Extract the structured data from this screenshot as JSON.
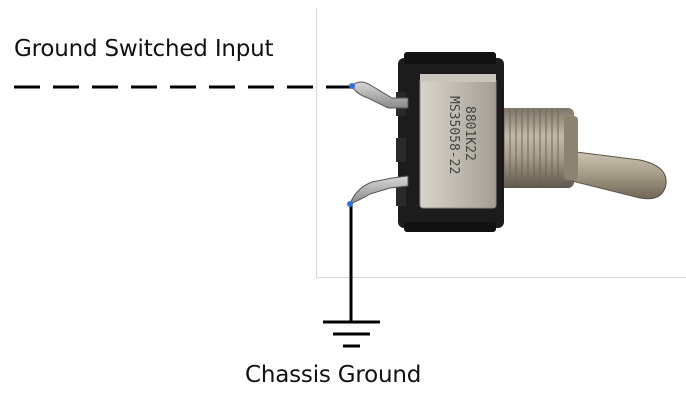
{
  "diagram": {
    "input_label": "Ground Switched Input",
    "ground_label": "Chassis Ground",
    "switch_marking_line1": "MS35058-22",
    "switch_marking_line2": "8801K22"
  },
  "colors": {
    "wire": "#000000",
    "switch_body": "#1a1a1a",
    "switch_plate": "#b9b4aa",
    "bushing": "#9c9486",
    "lever": "#a29886",
    "terminal_dot": "#2f6fd6"
  }
}
